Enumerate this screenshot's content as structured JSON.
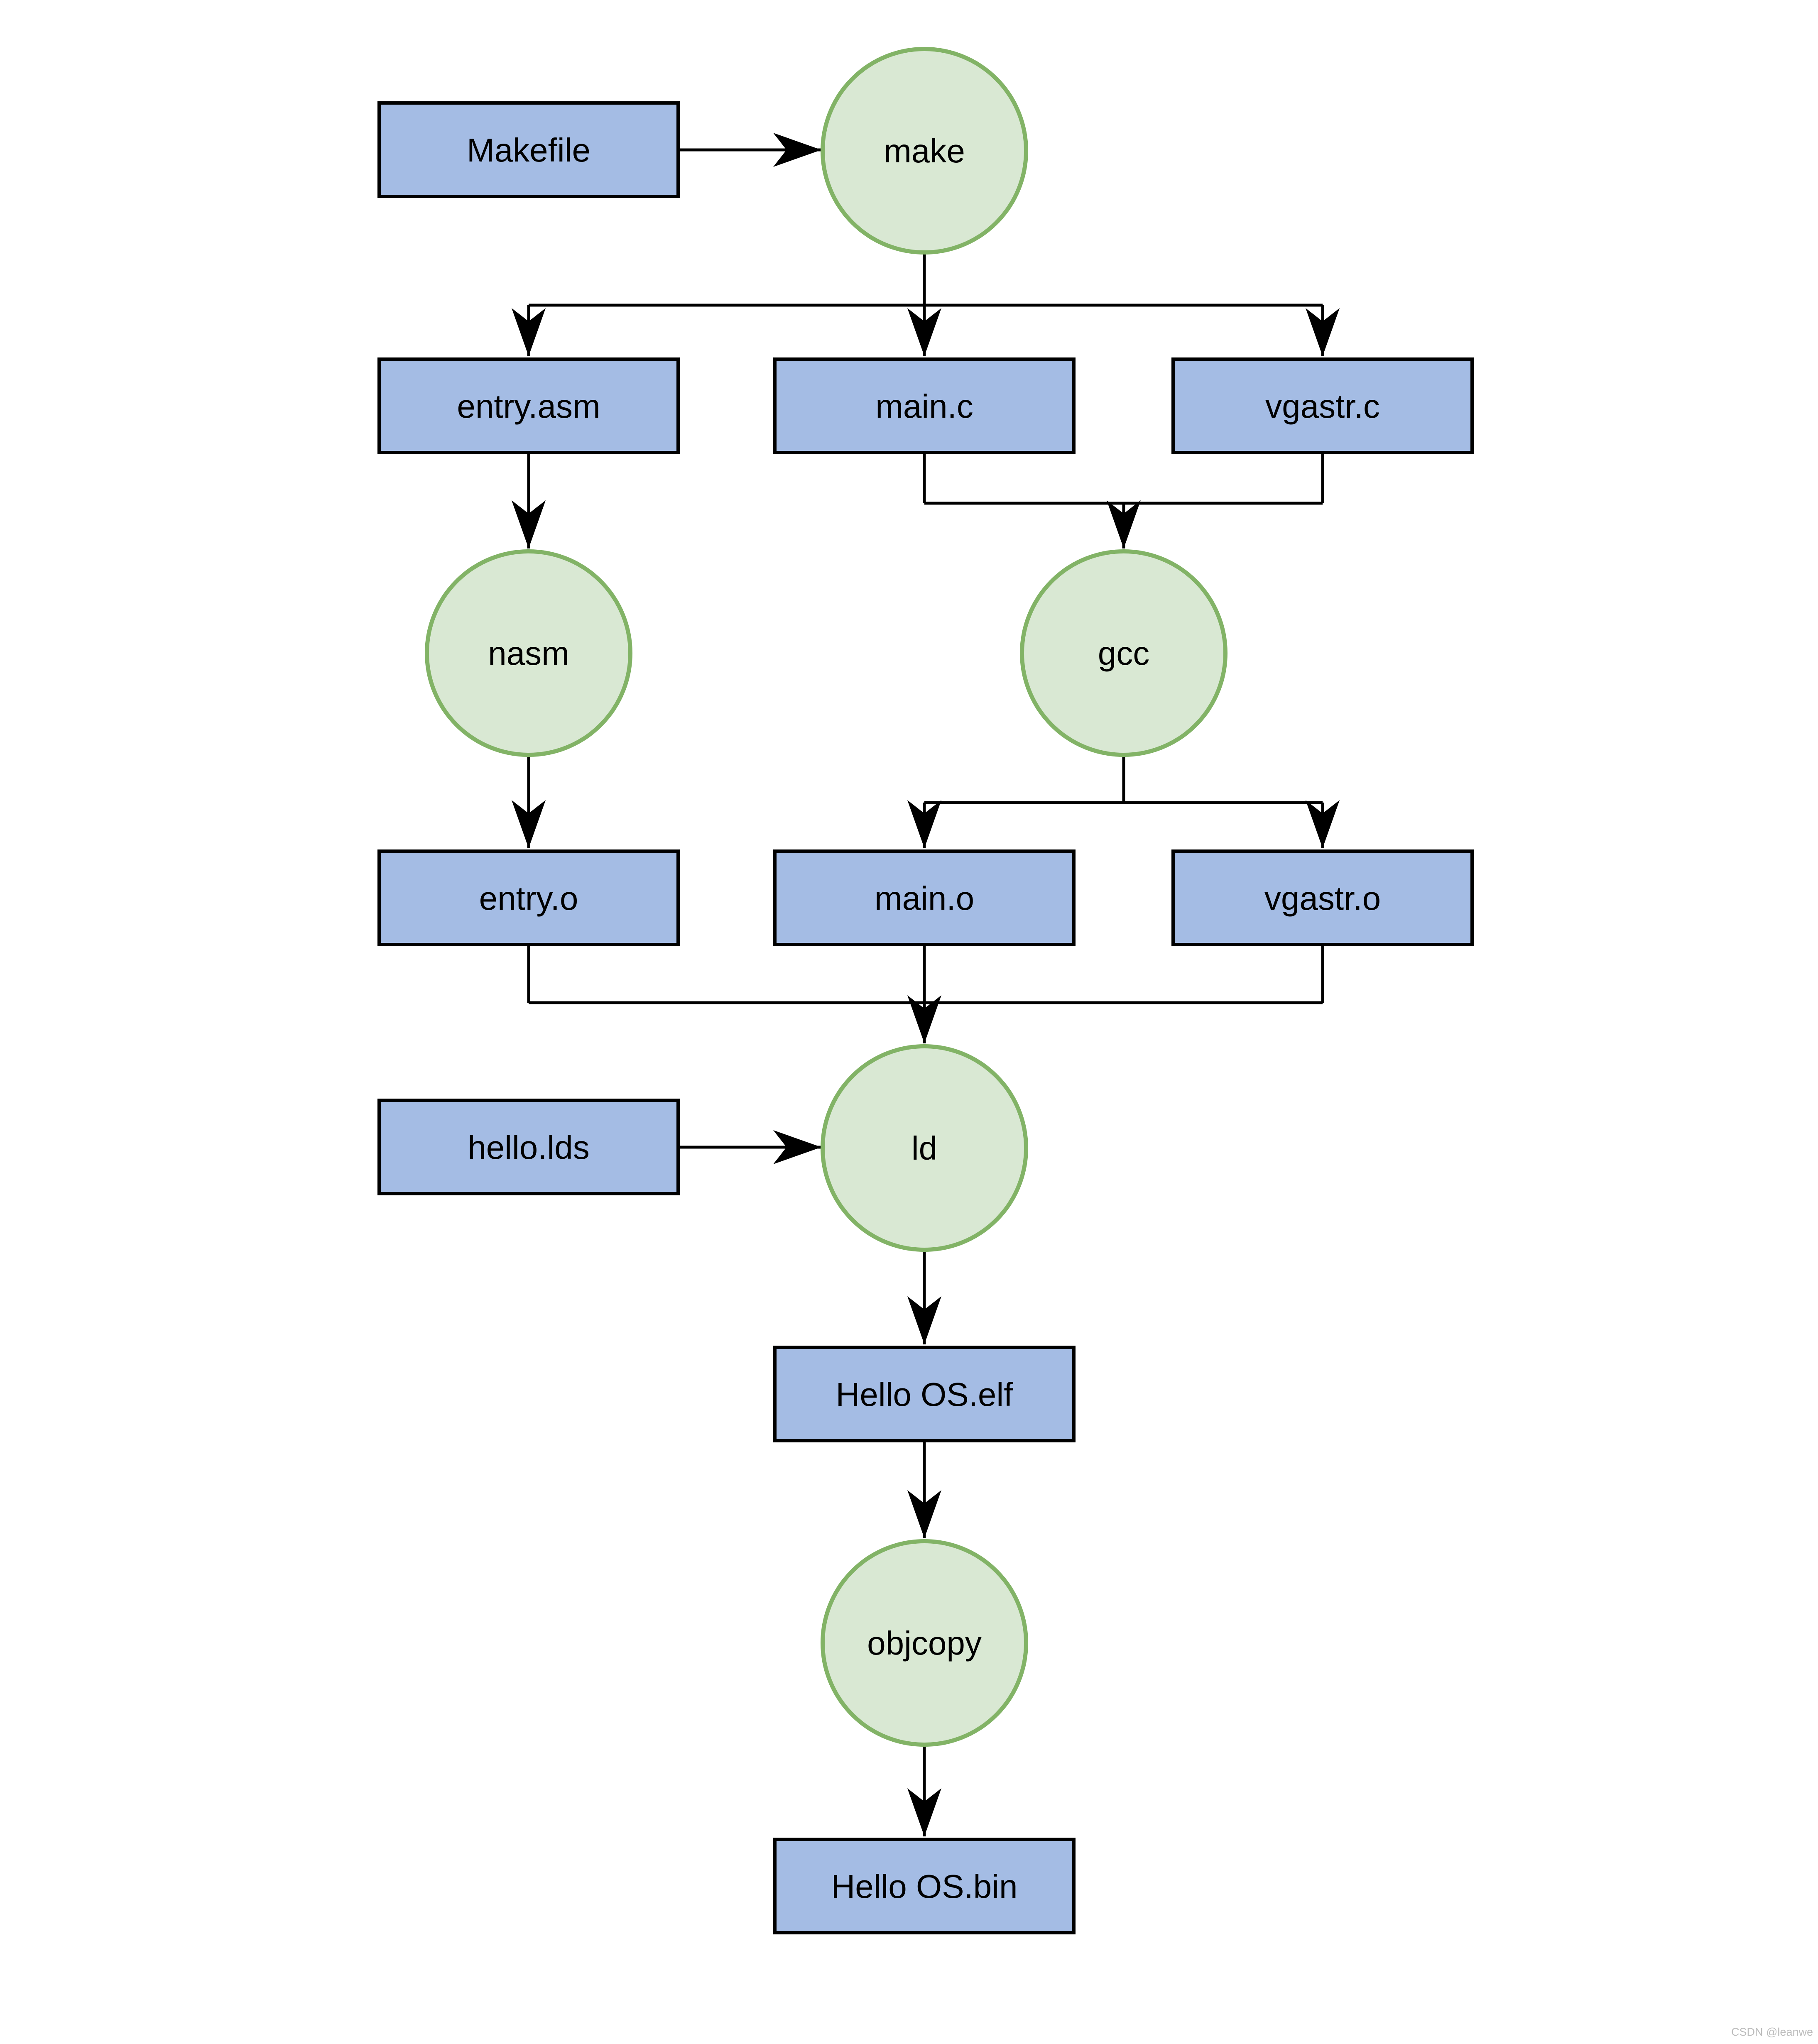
{
  "diagram": {
    "background": "#ffffff",
    "colors": {
      "box_fill": "#a4bce4",
      "box_stroke": "#000000",
      "ellipse_fill": "#d9e8d3",
      "ellipse_stroke": "#82b366",
      "edge": "#000000",
      "text": "#000000",
      "watermark": "#bcbcbc"
    },
    "nodes": {
      "makefile": {
        "label": "Makefile",
        "shape": "rect"
      },
      "make": {
        "label": "make",
        "shape": "ellipse"
      },
      "entry_asm": {
        "label": "entry.asm",
        "shape": "rect"
      },
      "main_c": {
        "label": "main.c",
        "shape": "rect"
      },
      "vgastr_c": {
        "label": "vgastr.c",
        "shape": "rect"
      },
      "nasm": {
        "label": "nasm",
        "shape": "ellipse"
      },
      "gcc": {
        "label": "gcc",
        "shape": "ellipse"
      },
      "entry_o": {
        "label": "entry.o",
        "shape": "rect"
      },
      "main_o": {
        "label": "main.o",
        "shape": "rect"
      },
      "vgastr_o": {
        "label": "vgastr.o",
        "shape": "rect"
      },
      "hello_lds": {
        "label": "hello.lds",
        "shape": "rect"
      },
      "ld": {
        "label": "ld",
        "shape": "ellipse"
      },
      "hello_os_elf": {
        "label": "Hello OS.elf",
        "shape": "rect"
      },
      "objcopy": {
        "label": "objcopy",
        "shape": "ellipse"
      },
      "hello_os_bin": {
        "label": "Hello OS.bin",
        "shape": "rect"
      }
    },
    "edges": [
      {
        "from": "Makefile",
        "to": "make"
      },
      {
        "from": "make",
        "to": "entry.asm"
      },
      {
        "from": "make",
        "to": "main.c"
      },
      {
        "from": "make",
        "to": "vgastr.c"
      },
      {
        "from": "entry.asm",
        "to": "nasm"
      },
      {
        "from": "main.c",
        "to": "gcc"
      },
      {
        "from": "vgastr.c",
        "to": "gcc"
      },
      {
        "from": "nasm",
        "to": "entry.o"
      },
      {
        "from": "gcc",
        "to": "main.o"
      },
      {
        "from": "gcc",
        "to": "vgastr.o"
      },
      {
        "from": "entry.o",
        "to": "ld"
      },
      {
        "from": "main.o",
        "to": "ld"
      },
      {
        "from": "vgastr.o",
        "to": "ld"
      },
      {
        "from": "hello.lds",
        "to": "ld"
      },
      {
        "from": "ld",
        "to": "Hello OS.elf"
      },
      {
        "from": "Hello OS.elf",
        "to": "objcopy"
      },
      {
        "from": "objcopy",
        "to": "Hello OS.bin"
      }
    ],
    "watermark": "CSDN @leanwe"
  }
}
